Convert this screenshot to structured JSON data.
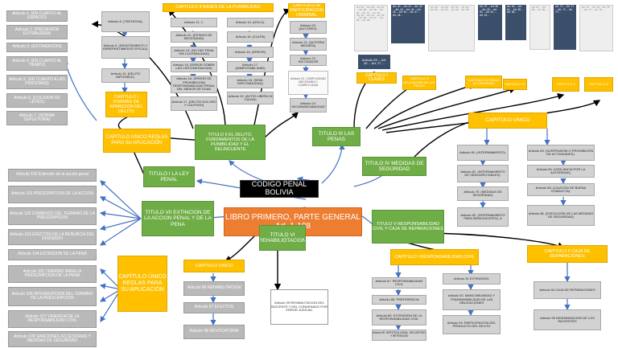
{
  "core": {
    "codigo": "CODIGO PENAL BOLIVIA",
    "libro_line1": "LIBRO PRIMERO, PARTE GENERAL",
    "libro_line2": "Art. 1-108"
  },
  "titulos": {
    "t1": "TITULO I LA LEY PENAL",
    "t2": "TITULO II EL DELITO, FUNDAMENTOS DE LA PUNIBILIDAD Y EL DELINCUENTE",
    "t3": "TITULO III LAS PENAS",
    "t4": "TITULO IV MEDIDAS DE SEGURIDAD",
    "t5": "TITULO V RESPONSABILIDAD CIVIL Y CAJA DE REPARACIONES",
    "t6": "TITULO VI REHABILIOTACION",
    "t7": "TITULO VII EXTINCION DE LA ACCION PENAL Y DE LA PENA"
  },
  "capitulos": {
    "unico_reglas_top": "CAPITULO UNICO REGLAS PARA SU APLICACIÓN",
    "unico_reglas_bottom": "CAPÍTULO ÚNICO REGLAS PARA SU APLICACIÓN",
    "formas_aparicion": "CAPITULO I FORMAS DE APARICION DEL DELITO",
    "bases_punibilidad": "CAPITULO II BASES DE LA PUNIBILIDAD",
    "participacion": "CAPITULO III PARTICIPACION CRIMINAL",
    "clases": "CAPITULO I CLASES",
    "unico_medidas": "CAPITULO UNICO",
    "resp_civil": "CAPITULO I RESPONSABILIDAD CIVIL",
    "caja_reparaciones": "CAPITULO II CAJA DE REPARACIONES",
    "unico_rehab": "CAPITULO UNICO",
    "small1": "CAPITULO II APLICACIÓN DE LAS PENAS",
    "small2": "CAPITULO III PENAS ACCESORIAS",
    "small3": "CAPITULO IV",
    "small4": "CAPITULO V",
    "small5": "CAPITULO VI"
  },
  "ley_penal_articulos": [
    "Articulo 1. (EN CUANTO AL ESPACIO)",
    "Articulo 2. (PRESENCIA EXTRANJERA)",
    "Articulo 3. (EXTRADICION)",
    "Articulo 4. (EN CUANTO AL TIEMPO)",
    "Articulo 5. (EN CUANTO A LAS PERSONAS)",
    "Articulo 6. (COLISION DE LEYES)",
    "Articulo 7. (NORMA SUPLETORIA)"
  ],
  "formas_articulos": [
    "Articulo 8. (TENTATIVA).",
    "Articulo 9. (DESISTIMIENTO Y ARREPENTIMIENTO EFICAZ).",
    "Articulo 10. (DELITO IMPOSIBLE)."
  ],
  "punibilidad_col1": [
    "Articulo 11. 1.",
    "Articulo 12. (ESTADO DE NECESIDAD)",
    "Articulo 13. (NO HAY PENA SIN CULPABILIDAD)",
    "Articulo 15. (ERROR SOBRE LAS CIRCUNSTANCIAS)",
    "Articulo 16. (ERROR DE PROHIBICION) RESPONSABILIDAD PENAL DEL MENOR DE EDAD",
    "Articulo 17. (DELITO DOLOSO Y CULPOSO)"
  ],
  "punibilidad_col2": [
    "Articulo 14. (DOLO).",
    "Articulo 15. (CULPA)",
    "Articulo 16. (ERROR)",
    "Articulo 17. (INIMPUTABILIDAD)",
    "Articulo 18. (SEMI-IMPUTABILIDAD)",
    "Articulo 19. (ACTIO LIBERA IN CAUSA)"
  ],
  "participacion_articulos": [
    "Articulo 20. (AUTORES).",
    "Articulo 21. (AUTORIA MEDIATA)",
    "Articulo 22. INSTIGADOR",
    "Articulo 23. COMPLICIDAD NECESARIA Y COMPLICIDAD",
    "Articulo 24. INCOMUNICABILIDAD"
  ],
  "medidas_articulos": [
    "Articulo 80. (INTERNAMIENTO).",
    "Articulo 81. (INTERNAMIENTO DE SEMI-IMPUTABLES).",
    "Articulo 79. (MEDIDAS DE SEGURIDAD)",
    "Articulo 82. (INTERNAMIENTO PARA REINCIDENTES). A",
    "Articulo 83. (SUSPENSIÓN O PROHIBICIÓN DE ACTIVIDADES).",
    "Articulo 84. (VIGILANCIA POR LA AUTORIDAD).",
    "Articulo 85. (CAUCIÓN DE BUENA CONDUCTA).",
    "Articulo 86. (EJECUCIÓN DE LAS MEDIDAS DE SEGURIDAD)"
  ],
  "resp_civil_articulos": [
    "Articulo 87. RESPONSABILIDAD CIVIL",
    "Articulo 88. PREFERENCIA",
    "Articulo 89. EXTENSION DE LA RESPONSABILIDAD CIVIL",
    "Articulo 90. HIPOTECA LEGAL, SECUESTRO Y RETENCION",
    "Articulo 91 EXTENSION.",
    "Articulo 92. MANCOMUNIDAD Y TRANSMISIBILIDAD DE LAS OBLIGACIONES",
    "Articulo 93. PARTICIPACION DEL PRODUCTO DEL DELITO"
  ],
  "caja_articulos": [
    "Articulo 94 CAJA DE REPARACIONES",
    "Articulo 95 INDEMNIZACION DE LOS INOCENTES"
  ],
  "rehab_articulos": [
    "Articulo 96 REHABILITACION",
    "Articulo 97 EFECTOS",
    "Articulo 98 REVOCATORIA",
    "Articulo 99 REHABILITACION DEL INOCENTE Y DEL CONDENADO POR ERROR JUDICIAL"
  ],
  "extincion_articulos": [
    "Articulo 100 Extinción de la acción penal",
    "Articulo 101 PRESCRIPCION DE LA ACCION",
    "Articulo 102 COMIENZO DEL TERMINO DE LA PRESCRIPCION",
    "Articulo 103 EFECTOS DE LA RENUNCIA DEL OFENDIDO",
    "Articulo 104 EXTINCION DE LA PENA",
    "Articulo 105 TERMINO PARA LA PRESCRIPCION DE LA PENA",
    "Articulo 106 INTERRUPCION DEL TERMINO DE LA PRESCRIPCION",
    "Articulo 107 VIGENCIA DE LA RESPONSABILIDAD CIVIL",
    "Articulo 108 SANCIONES ACCESORIAS Y MEDIDAS DE SEGURIDAD"
  ],
  "penas_notes": {
    "clases_list": "Art. 25 ... Art. 26 ... Art. 27 ... Art. 28 ... Art. 29 ... Art. 30 ... Art. 31 ... Art. 32 ... Art. 33 ... Art. 34 ... Art. 35 ... Art. 36 ... Art. 37 ... Art. 38 ... Art. 39 ...",
    "col2": "Art. 40 ... Art. 41 ... Art. 42 ... Art. 43 ... Art. 44 ... Art. 45 ... Art. 46 ... Art. 47 ... Art. 48 ...",
    "col3": "Art. 49 ... Art. 50 ... Art. 51 ... Art. 52 ... Art. 53 ... Art. 54 ... Art. 55 ... Art. 56 ...",
    "col4": "Art. 57 ... Art. 58 ... Art. 59 ... Art. 60 ... Art. 61 ... Art. 62 ...",
    "col5": "Art. 63 ... Art. 64 ... Art. 65 ... Art. 66 ...",
    "col6": "Art. 67 ... Art. 68 ... Art. 69 ...",
    "col7": "Art. 70 ... Art. 71 ... Art. 72 ... Art. 73 ...",
    "col8": "Art. 74 ... Art. 75 ... Art. 76 ... Art. 77 ... Art. 78 ...",
    "participacion_note": "Articulo 25 ... Art. 26 ... Art. 27 ..."
  }
}
